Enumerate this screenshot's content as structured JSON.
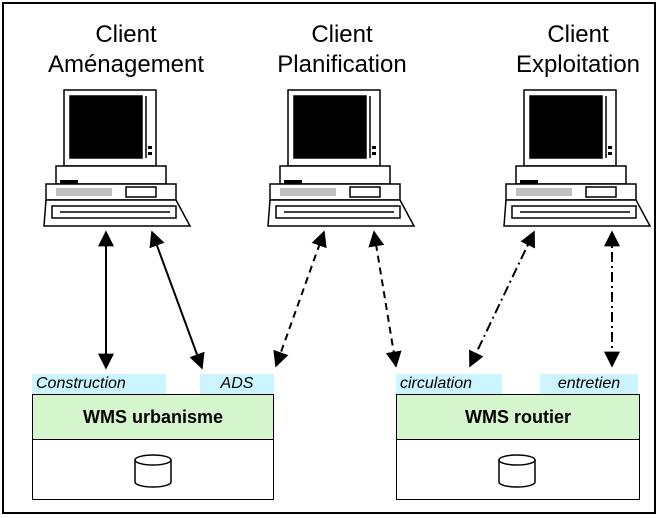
{
  "clients": [
    {
      "line1": "Client",
      "line2": "Aménagement"
    },
    {
      "line1": "Client",
      "line2": "Planification"
    },
    {
      "line1": "Client",
      "line2": "Exploitation"
    }
  ],
  "servers": [
    {
      "title": "WMS urbanisme",
      "layers": [
        "Construction",
        "ADS"
      ]
    },
    {
      "title": "WMS routier",
      "layers": [
        "circulation",
        "entretien"
      ]
    }
  ],
  "connections": [
    {
      "from": "Client Aménagement",
      "to": "Construction",
      "style": "solid"
    },
    {
      "from": "Client Aménagement",
      "to": "ADS",
      "style": "solid"
    },
    {
      "from": "Client Planification",
      "to": "ADS",
      "style": "dashed"
    },
    {
      "from": "Client Planification",
      "to": "circulation",
      "style": "dashed"
    },
    {
      "from": "Client Exploitation",
      "to": "circulation",
      "style": "dash-dot"
    },
    {
      "from": "Client Exploitation",
      "to": "entretien",
      "style": "dash-dot"
    }
  ],
  "colors": {
    "server_title_bg": "#d5f5cd",
    "layer_tag_bg": "#ccf5ff"
  },
  "icons": [
    "computer-icon",
    "database-icon"
  ]
}
